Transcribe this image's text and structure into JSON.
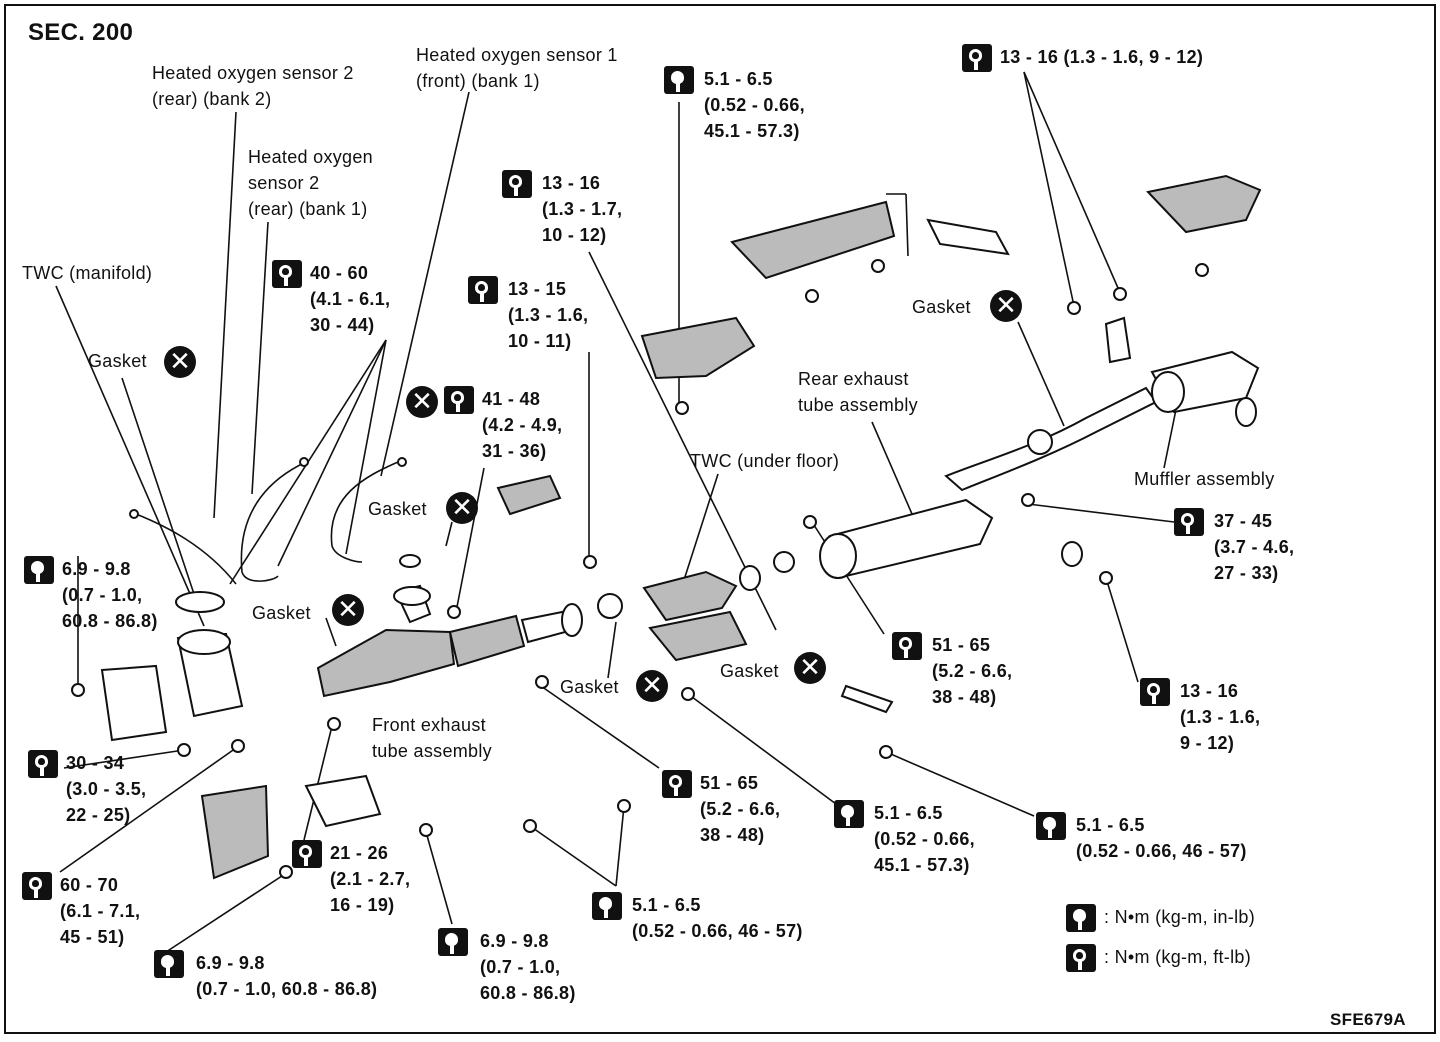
{
  "header": {
    "section": "SEC. 200",
    "figure_code": "SFE679A"
  },
  "labels": {
    "hos2_bank2": [
      "Heated oxygen sensor 2",
      "(rear) (bank 2)"
    ],
    "hos1_bank1": [
      "Heated oxygen sensor 1",
      "(front) (bank 1)"
    ],
    "hos2_bank1": [
      "Heated oxygen",
      "sensor 2",
      "(rear) (bank 1)"
    ],
    "twc_manifold": "TWC (manifold)",
    "gasket": "Gasket",
    "front_exhaust_tube": [
      "Front exhaust",
      "tube assembly"
    ],
    "rear_exhaust_tube": [
      "Rear exhaust",
      "tube assembly"
    ],
    "twc_under_floor": "TWC (under floor)",
    "muffler": "Muffler assembly"
  },
  "torques": {
    "t_40_60": [
      "40 - 60",
      "(4.1 - 6.1,",
      "30 - 44)"
    ],
    "t_13_16_a": [
      "13 - 16",
      "(1.3 - 1.7,",
      "10 - 12)"
    ],
    "t_51_65_top": [
      "5.1 - 6.5",
      "(0.52 - 0.66,",
      "45.1 - 57.3)"
    ],
    "t_13_16_top": "13 - 16 (1.3 - 1.6, 9 - 12)",
    "t_13_15": [
      "13 - 15",
      "(1.3 - 1.6,",
      "10 - 11)"
    ],
    "t_41_48": [
      "41 - 48",
      "(4.2 - 4.9,",
      "31 - 36)"
    ],
    "t_69_98_left": [
      "6.9 - 9.8",
      "(0.7 - 1.0,",
      "60.8 - 86.8)"
    ],
    "t_30_34": [
      "30 - 34",
      "(3.0 - 3.5,",
      "22 - 25)"
    ],
    "t_60_70": [
      "60 - 70",
      "(6.1 - 7.1,",
      "45 - 51)"
    ],
    "t_69_98_bottom": [
      "6.9 - 9.8",
      "(0.7 - 1.0, 60.8 - 86.8)"
    ],
    "t_21_26": [
      "21 - 26",
      "(2.1 - 2.7,",
      "16 - 19)"
    ],
    "t_69_98_mid": [
      "6.9 - 9.8",
      "(0.7 - 1.0,",
      "60.8 - 86.8)"
    ],
    "t_51_65_a": [
      "51 - 65",
      "(5.2 - 6.6,",
      "38 - 48)"
    ],
    "t_5165_b": [
      "5.1 - 6.5",
      "(0.52 - 0.66, 46 - 57)"
    ],
    "t_5165_c": [
      "5.1 - 6.5",
      "(0.52 - 0.66,",
      "45.1 - 57.3)"
    ],
    "t_51_65_b": [
      "51 - 65",
      "(5.2 - 6.6,",
      "38 - 48)"
    ],
    "t_37_45": [
      "37 - 45",
      "(3.7 - 4.6,",
      "27 - 33)"
    ],
    "t_13_16_right": [
      "13 - 16",
      "(1.3 - 1.6,",
      "9 - 12)"
    ],
    "t_5165_d": [
      "5.1 - 6.5",
      "(0.52 - 0.66, 46 - 57)"
    ]
  },
  "legend": {
    "in_lb": ": N•m (kg-m, in-lb)",
    "ft_lb": ": N•m (kg-m, ft-lb)"
  },
  "colors": {
    "ink": "#111111",
    "paper": "#ffffff",
    "part_fill": "#bbbbbb"
  },
  "icons": {
    "torque_ft_lb": "wrench-ft-lb-icon",
    "torque_in_lb": "wrench-in-lb-icon",
    "do_not_reuse": "x-circle-icon"
  }
}
